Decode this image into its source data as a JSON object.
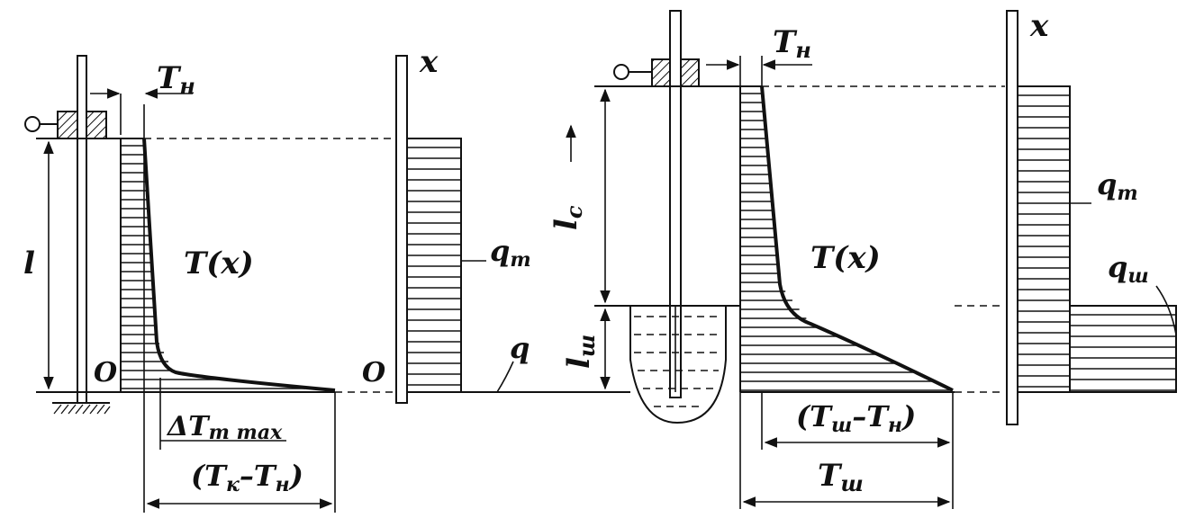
{
  "labels": {
    "l": "l",
    "O_left": "O",
    "O_mid": "O",
    "Tn_left": "T",
    "Tn_left_sub": "н",
    "Tx_left": "T(x)",
    "dT_max_main": "ΔT",
    "dT_max_sub": "т max",
    "Tk_Tn_open": "(T",
    "Tk_sub": "к",
    "Tk_Tn_dash": "–T",
    "Tn_sub2": "н",
    "Tk_Tn_close": ")",
    "x_mid": "x",
    "qt_mid": "q",
    "qt_mid_sub": "т",
    "q_bottom": "q",
    "Tn_right": "T",
    "Tn_right_sub": "н",
    "lc": "l",
    "lc_sub": "c",
    "lsh": "l",
    "lsh_sub": "ш",
    "Tx_right": "T(x)",
    "Tsh_Tn_open": "(T",
    "Tsh_sub": "ш",
    "Tsh_Tn_dash": "–T",
    "Tsh_Tn_sub": "н",
    "Tsh_Tn_close": ")",
    "Tsh": "T",
    "Tsh_only_sub": "ш",
    "x_right": "x",
    "qt_right": "q",
    "qt_right_sub": "т",
    "qsh": "q",
    "qsh_sub": "ш"
  }
}
